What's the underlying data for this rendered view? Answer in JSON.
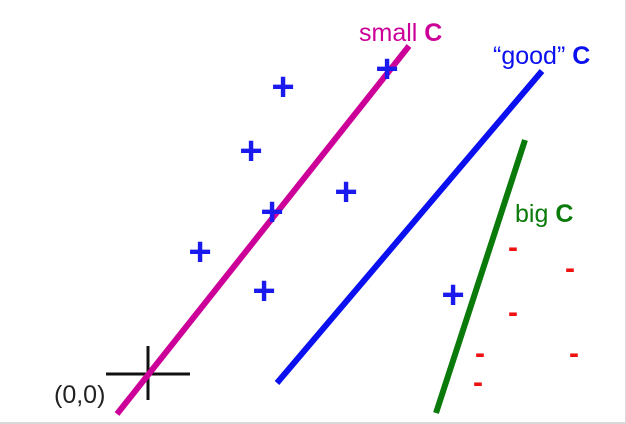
{
  "colors": {
    "small": "#cc0099",
    "good": "#0a10f0",
    "big": "#0a7a0a",
    "plus": "#1a1aee",
    "minus": "#ee1111",
    "axes": "#111111"
  },
  "labels": {
    "small_text": "small ",
    "small_c": "C",
    "good_text": "“good” ",
    "good_c": "C",
    "big_text": "big ",
    "big_c": "C",
    "origin": "(0,0)"
  },
  "plus_points": [
    "+",
    "+",
    "+",
    "+",
    "+",
    "+",
    "+",
    "+"
  ],
  "minus_points": [
    "-",
    "-",
    "-",
    "-",
    "-",
    "-"
  ]
}
